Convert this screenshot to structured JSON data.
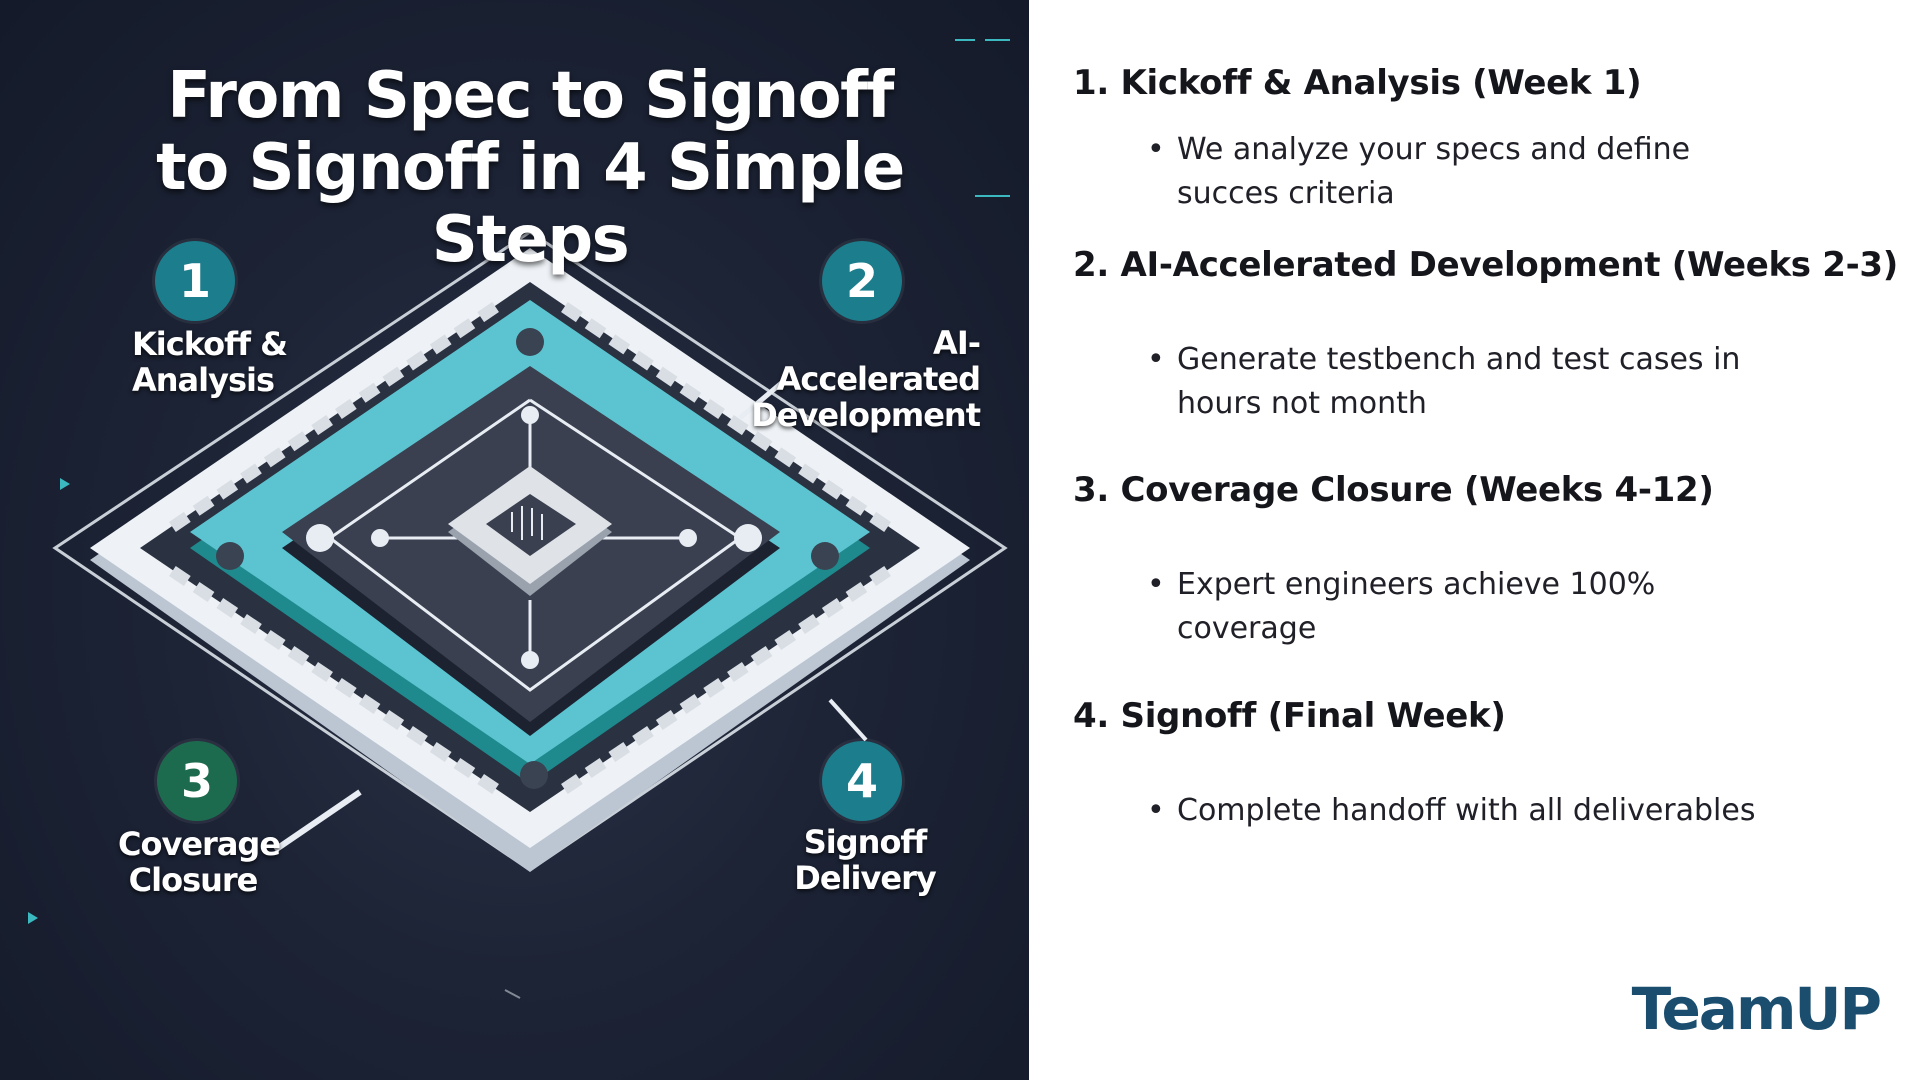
{
  "hero": {
    "title_line1": "From Spec to Signoff",
    "title_line2": "to Signoff in 4 Simple Steps"
  },
  "diagram_steps": [
    {
      "number": "1",
      "label_line1": "Kickoff &",
      "label_line2": "Analysis",
      "color": "#1c7d8c"
    },
    {
      "number": "2",
      "label_line1": "AI-Accelerated",
      "label_line2": "Development",
      "color": "#1c7d8c"
    },
    {
      "number": "3",
      "label_line1": "Coverage",
      "label_line2": "Closure",
      "color": "#1d6b4e"
    },
    {
      "number": "4",
      "label_line1": "Signoff",
      "label_line2": "Delivery",
      "color": "#1c7d8c"
    }
  ],
  "sections": [
    {
      "heading": "1. Kickoff & Analysis (Week 1)",
      "bullet": "We analyze your specs and define succes criteria"
    },
    {
      "heading": "2. AI-Accelerated Development (Weeks 2-3)",
      "bullet": "Generate testbench and test cases in hours not month"
    },
    {
      "heading": "3. Coverage Closure (Weeks 4-12)",
      "bullet": "Expert engineers achieve 100% coverage"
    },
    {
      "heading": "4. Signoff (Final Week)",
      "bullet": "Complete handoff with all deliverables"
    }
  ],
  "bullet_symbol": "•",
  "logo": {
    "text": "TeamUP",
    "color": "#1b4e6e"
  },
  "colors": {
    "background_dark": "#1d2436",
    "chip_teal": "#5cc4d0",
    "chip_dark": "#343a48",
    "accent_teal": "#1c7d8c",
    "accent_green": "#1d6b4e"
  }
}
